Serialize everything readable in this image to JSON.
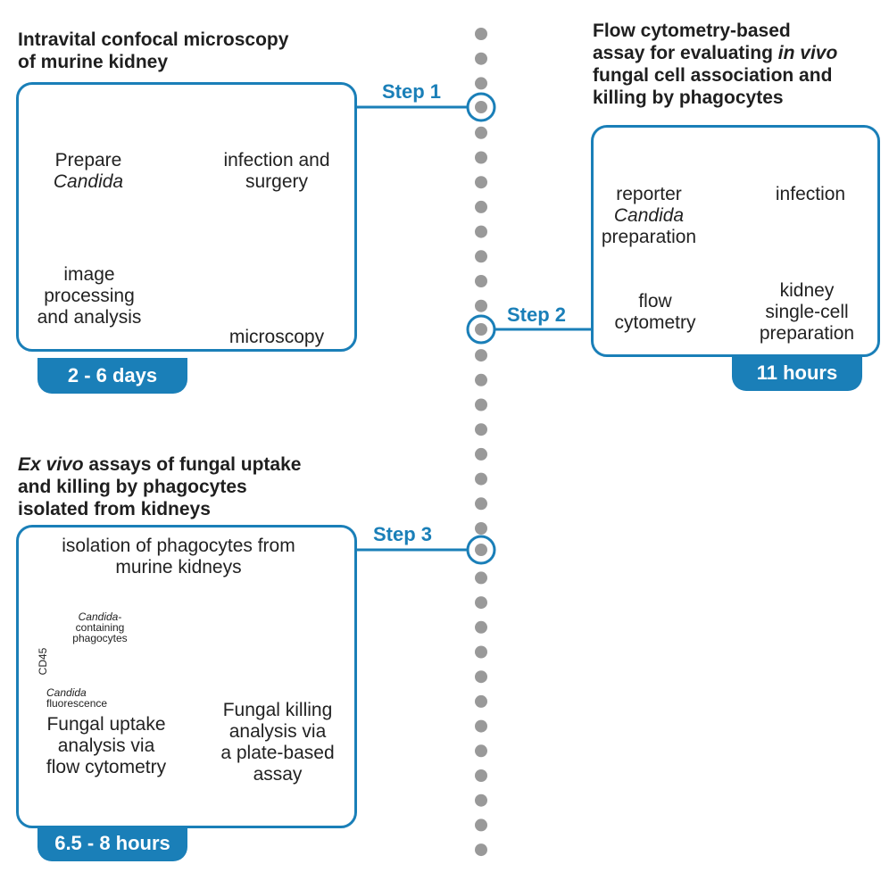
{
  "panel1": {
    "heading_line1": "Intravital confocal microscopy",
    "heading_line2": "of murine kidney",
    "prepare": "Prepare",
    "candida": "Candida",
    "infection_line1": "infection and",
    "infection_line2": "surgery",
    "image_line1": "image",
    "image_line2": "processing",
    "image_line3": "and analysis",
    "microscopy": "microscopy",
    "duration": "2 - 6 days",
    "step": "Step 1"
  },
  "panel2": {
    "heading_line1": "Flow cytometry-based",
    "heading_line2": "assay for evaluating ",
    "heading_italic": "in vivo",
    "heading_line3": "fungal cell association and",
    "heading_line4": "killing by phagocytes",
    "reporter": "reporter",
    "candida": "Candida",
    "preparation": "preparation",
    "infection": "infection",
    "kidney_line1": "kidney",
    "kidney_line2": "single-cell",
    "kidney_line3": "preparation",
    "flow_line1": "flow",
    "flow_line2": "cytometry",
    "duration": "11 hours",
    "step": "Step 2"
  },
  "panel3": {
    "heading_italic": "Ex vivo",
    "heading_line1": " assays of fungal uptake",
    "heading_line2": "and killing by phagocytes",
    "heading_line3": "isolated from kidneys",
    "isolation_line1": "isolation of phagocytes from",
    "isolation_line2": "murine kidneys",
    "plot_title_italic": "Candida",
    "plot_title_rest": "-containing",
    "plot_title_line2": "phagocytes",
    "y_axis": "CD45",
    "x_axis_italic": "Candida",
    "x_axis_line2": "fluorescence",
    "uptake_line1": "Fungal uptake",
    "uptake_line2": "analysis via",
    "uptake_line3": "flow cytometry",
    "killing_line1": "Fungal killing",
    "killing_line2": "analysis via",
    "killing_line3": "a plate-based",
    "killing_line4": "assay",
    "duration": "6.5 - 8 hours",
    "step": "Step 3"
  }
}
